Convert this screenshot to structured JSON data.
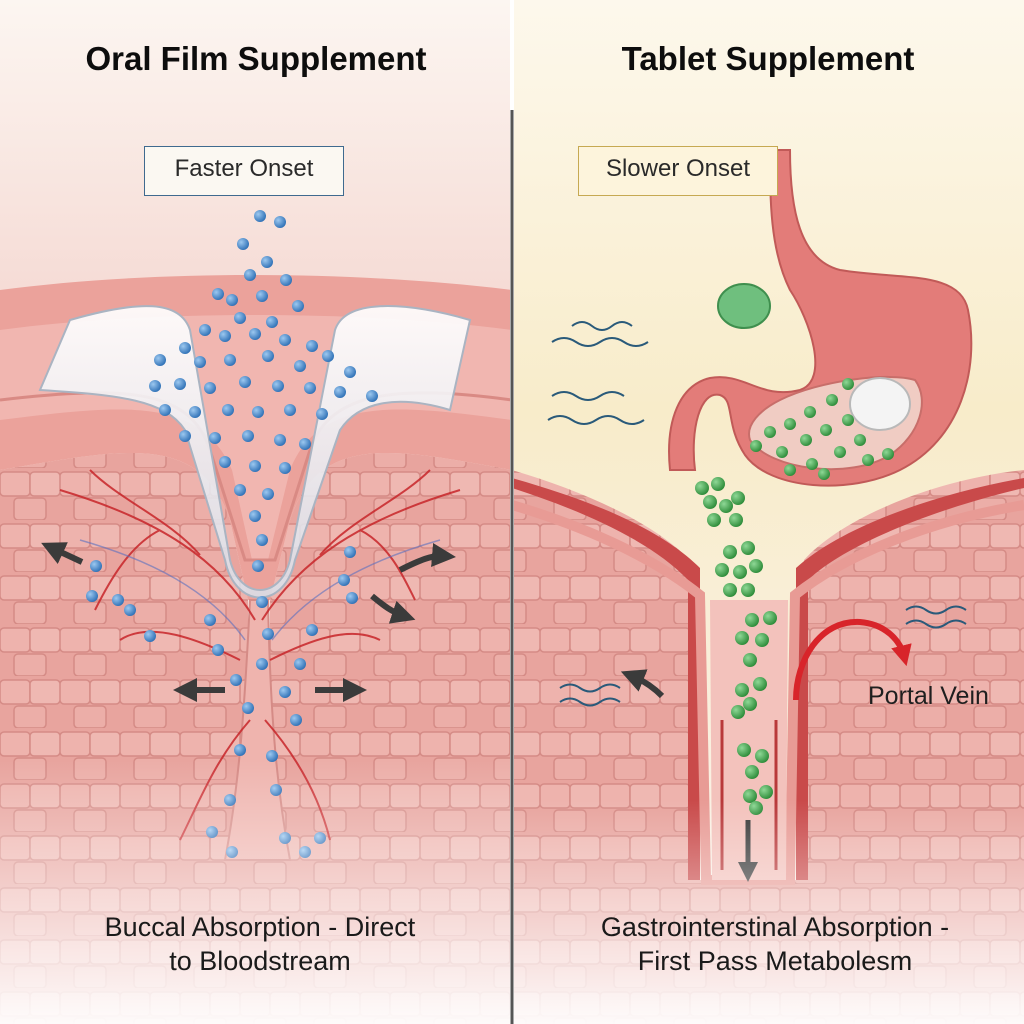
{
  "left_panel": {
    "title": "Oral Film Supplement",
    "onset_label": "Faster Onset",
    "caption_line1": "Buccal Absorption - Direct",
    "caption_line2": "to Bloodstream",
    "particle_color": "#3a7fc4"
  },
  "right_panel": {
    "title": "Tablet Supplement",
    "onset_label": "Slower Onset",
    "caption_line1": "Gastrointerstinal Absorption -",
    "caption_line2": "First Pass Metabolesm",
    "vein_label": "Portal Vein",
    "particle_color": "#3a9a45"
  },
  "colors": {
    "tissue": "#e8a39c",
    "vessel": "#c8262a",
    "stomach": "#e07a78",
    "arrow": "#3b3b3b",
    "portal_arrow": "#d8242a",
    "divider": "#555555"
  }
}
